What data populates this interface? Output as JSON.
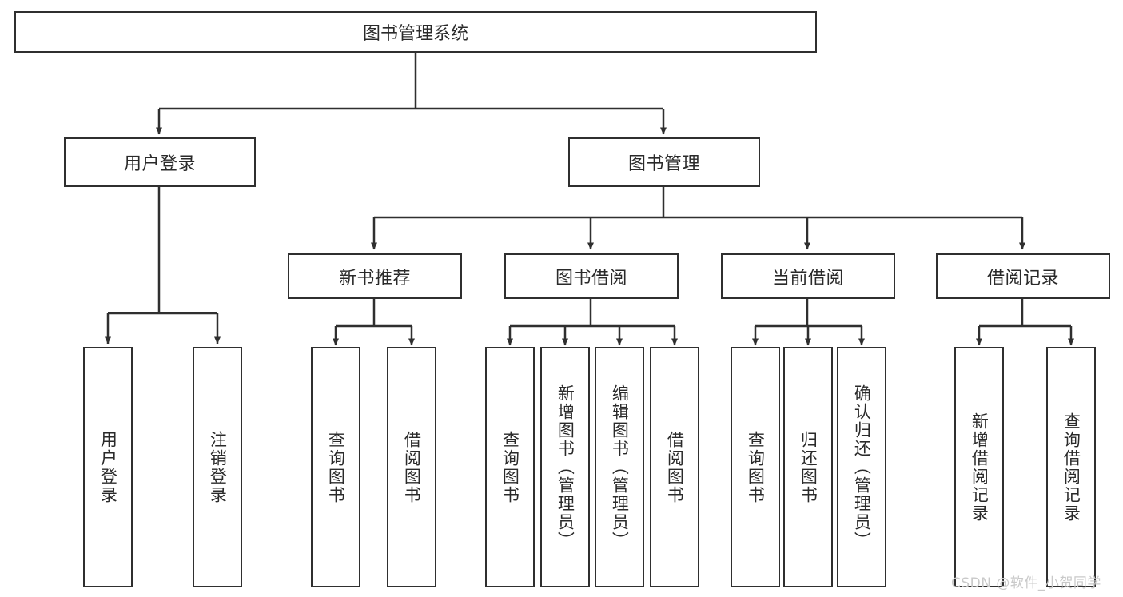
{
  "diagram": {
    "type": "tree",
    "title": "图书管理系统",
    "root": {
      "label": "图书管理系统"
    },
    "level2": [
      {
        "label": "用户登录"
      },
      {
        "label": "图书管理"
      }
    ],
    "level3": [
      {
        "label": "新书推荐"
      },
      {
        "label": "图书借阅"
      },
      {
        "label": "当前借阅"
      },
      {
        "label": "借阅记录"
      }
    ],
    "leaves": {
      "user_login": [
        {
          "label": "用户登录"
        },
        {
          "label": "注销登录"
        }
      ],
      "new_book_recommend": [
        {
          "label": "查询图书"
        },
        {
          "label": "借阅图书"
        }
      ],
      "book_borrow": [
        {
          "label": "查询图书"
        },
        {
          "label": "新增图书（管理员）"
        },
        {
          "label": "编辑图书（管理员）"
        },
        {
          "label": "借阅图书"
        }
      ],
      "current_borrow": [
        {
          "label": "查询图书"
        },
        {
          "label": "归还图书"
        },
        {
          "label": "确认归还（管理员）"
        }
      ],
      "borrow_record": [
        {
          "label": "新增借阅记录"
        },
        {
          "label": "查询借阅记录"
        }
      ]
    }
  },
  "watermark": {
    "text": "CSDN @软件_小贺同学"
  },
  "colors": {
    "stroke": "#2f2f2f",
    "text": "#2a2a2a",
    "background": "#ffffff",
    "watermark": "#c9c9c9"
  }
}
